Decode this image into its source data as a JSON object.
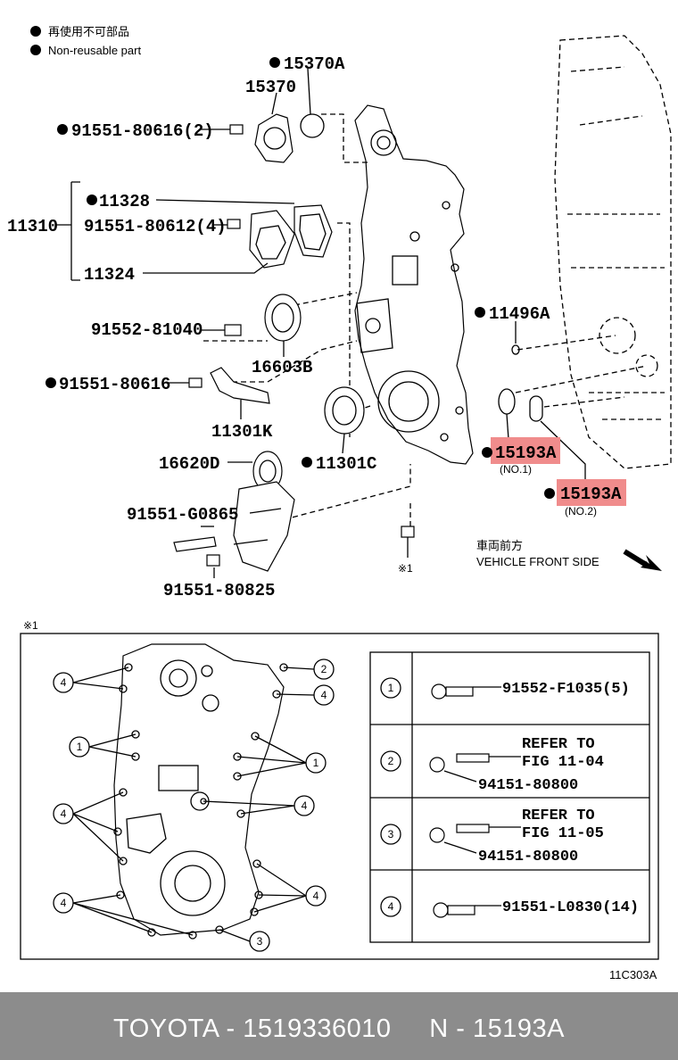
{
  "legend": {
    "reusable_jp": "再使用不可部品",
    "nonreusable_en": "Non-reusable part"
  },
  "labels": {
    "p15370A": "15370A",
    "p15370": "15370",
    "p9155180616_2": "91551-80616(2)",
    "p11328": "11328",
    "p11310": "11310",
    "p9155180612_4": "91551-80612(4)",
    "p11324": "11324",
    "p9155281040": "91552-81040",
    "p16603B": "16603B",
    "p11496A": "11496A",
    "p9155180616": "91551-80616",
    "p11301K": "11301K",
    "p15193A_1": "15193A",
    "no1": "(NO.1)",
    "p15193A_2": "15193A",
    "no2": "(NO.2)",
    "p16620D": "16620D",
    "p11301C": "11301C",
    "p91551G0865": "91551-G0865",
    "p9155180825": "91551-80825",
    "note1": "※1",
    "front_jp": "車両前方",
    "front_en": "VEHICLE FRONT SIDE"
  },
  "inset": {
    "mark": "※1",
    "callouts": [
      "1",
      "2",
      "3",
      "4"
    ],
    "table": [
      {
        "num": "1",
        "part": "91552-F1035(5)"
      },
      {
        "num": "2",
        "ref1": "REFER TO",
        "ref2": "FIG 11-04",
        "part": "94151-80800"
      },
      {
        "num": "3",
        "ref1": "REFER TO",
        "ref2": "FIG 11-05",
        "part": "94151-80800"
      },
      {
        "num": "4",
        "part": "91551-L0830(14)"
      }
    ]
  },
  "figure_code": "11C303A",
  "footer": {
    "text": "TOYOTA - 1519336010     N - 15193A"
  },
  "colors": {
    "highlight": "#f08c8c",
    "footer_bg": "#8c8c8c"
  }
}
